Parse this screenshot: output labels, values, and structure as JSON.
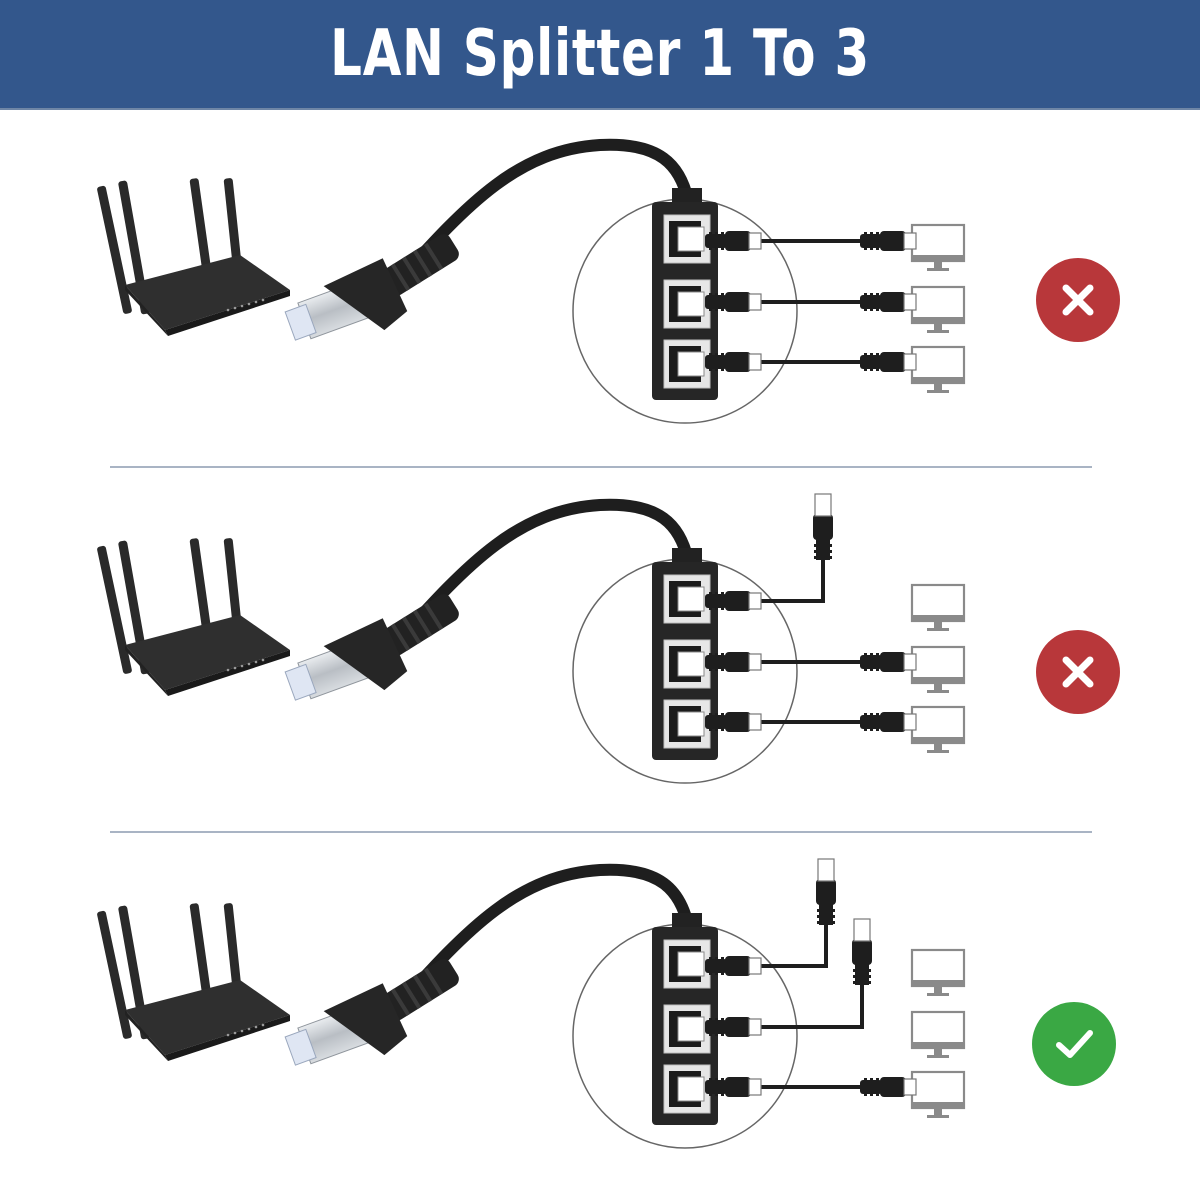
{
  "banner": {
    "title": "LAN Splitter 1 To 3",
    "background": "#33578c",
    "text_color": "#ffffff"
  },
  "colors": {
    "incorrect": "#b8373a",
    "correct": "#3aa844",
    "divider": "#a9b4c4",
    "cable": "#1e1e1e",
    "monitor": "#8a8a8a"
  },
  "scenarios": [
    {
      "id": "scenario-1",
      "description": "Router -> splitter with 3 outputs each connected to a computer",
      "outputs": [
        "computer",
        "computer",
        "computer"
      ],
      "result": "incorrect",
      "icon": "x-mark-icon"
    },
    {
      "id": "scenario-2",
      "description": "Router -> splitter, port 1 to a loose cable, ports 2-3 to computers",
      "outputs": [
        "loose-cable",
        "computer",
        "computer"
      ],
      "result": "incorrect",
      "icon": "x-mark-icon"
    },
    {
      "id": "scenario-3",
      "description": "Router -> splitter, ports 1-2 to loose cables, port 3 to a computer",
      "outputs": [
        "loose-cable",
        "loose-cable",
        "computer"
      ],
      "result": "correct",
      "icon": "check-mark-icon"
    }
  ]
}
